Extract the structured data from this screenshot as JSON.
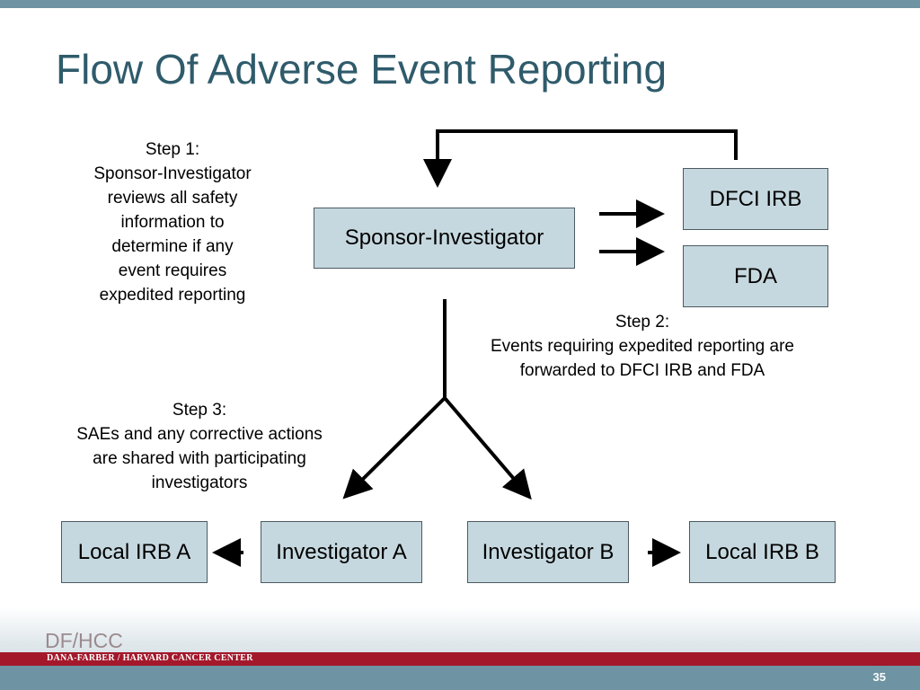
{
  "slide": {
    "title": "Flow Of Adverse Event Reporting",
    "page_number": "35"
  },
  "nodes": {
    "sponsor": "Sponsor-Investigator",
    "dfci_irb": "DFCI IRB",
    "fda": "FDA",
    "local_irb_a": "Local IRB A",
    "investigator_a": "Investigator A",
    "investigator_b": "Investigator B",
    "local_irb_b": "Local IRB B"
  },
  "notes": {
    "step1": [
      "Step 1:",
      "Sponsor-Investigator",
      "reviews all safety",
      "information to",
      "determine if any",
      "event requires",
      "expedited reporting"
    ],
    "step2": [
      "Step 2:",
      "Events requiring expedited reporting are",
      "forwarded to DFCI IRB and FDA"
    ],
    "step3": [
      "Step 3:",
      "SAEs and any corrective actions",
      "are shared with participating",
      "investigators"
    ]
  },
  "footer": {
    "logo_text": "DF/HCC",
    "org_name": "DANA-FARBER / HARVARD CANCER CENTER"
  }
}
